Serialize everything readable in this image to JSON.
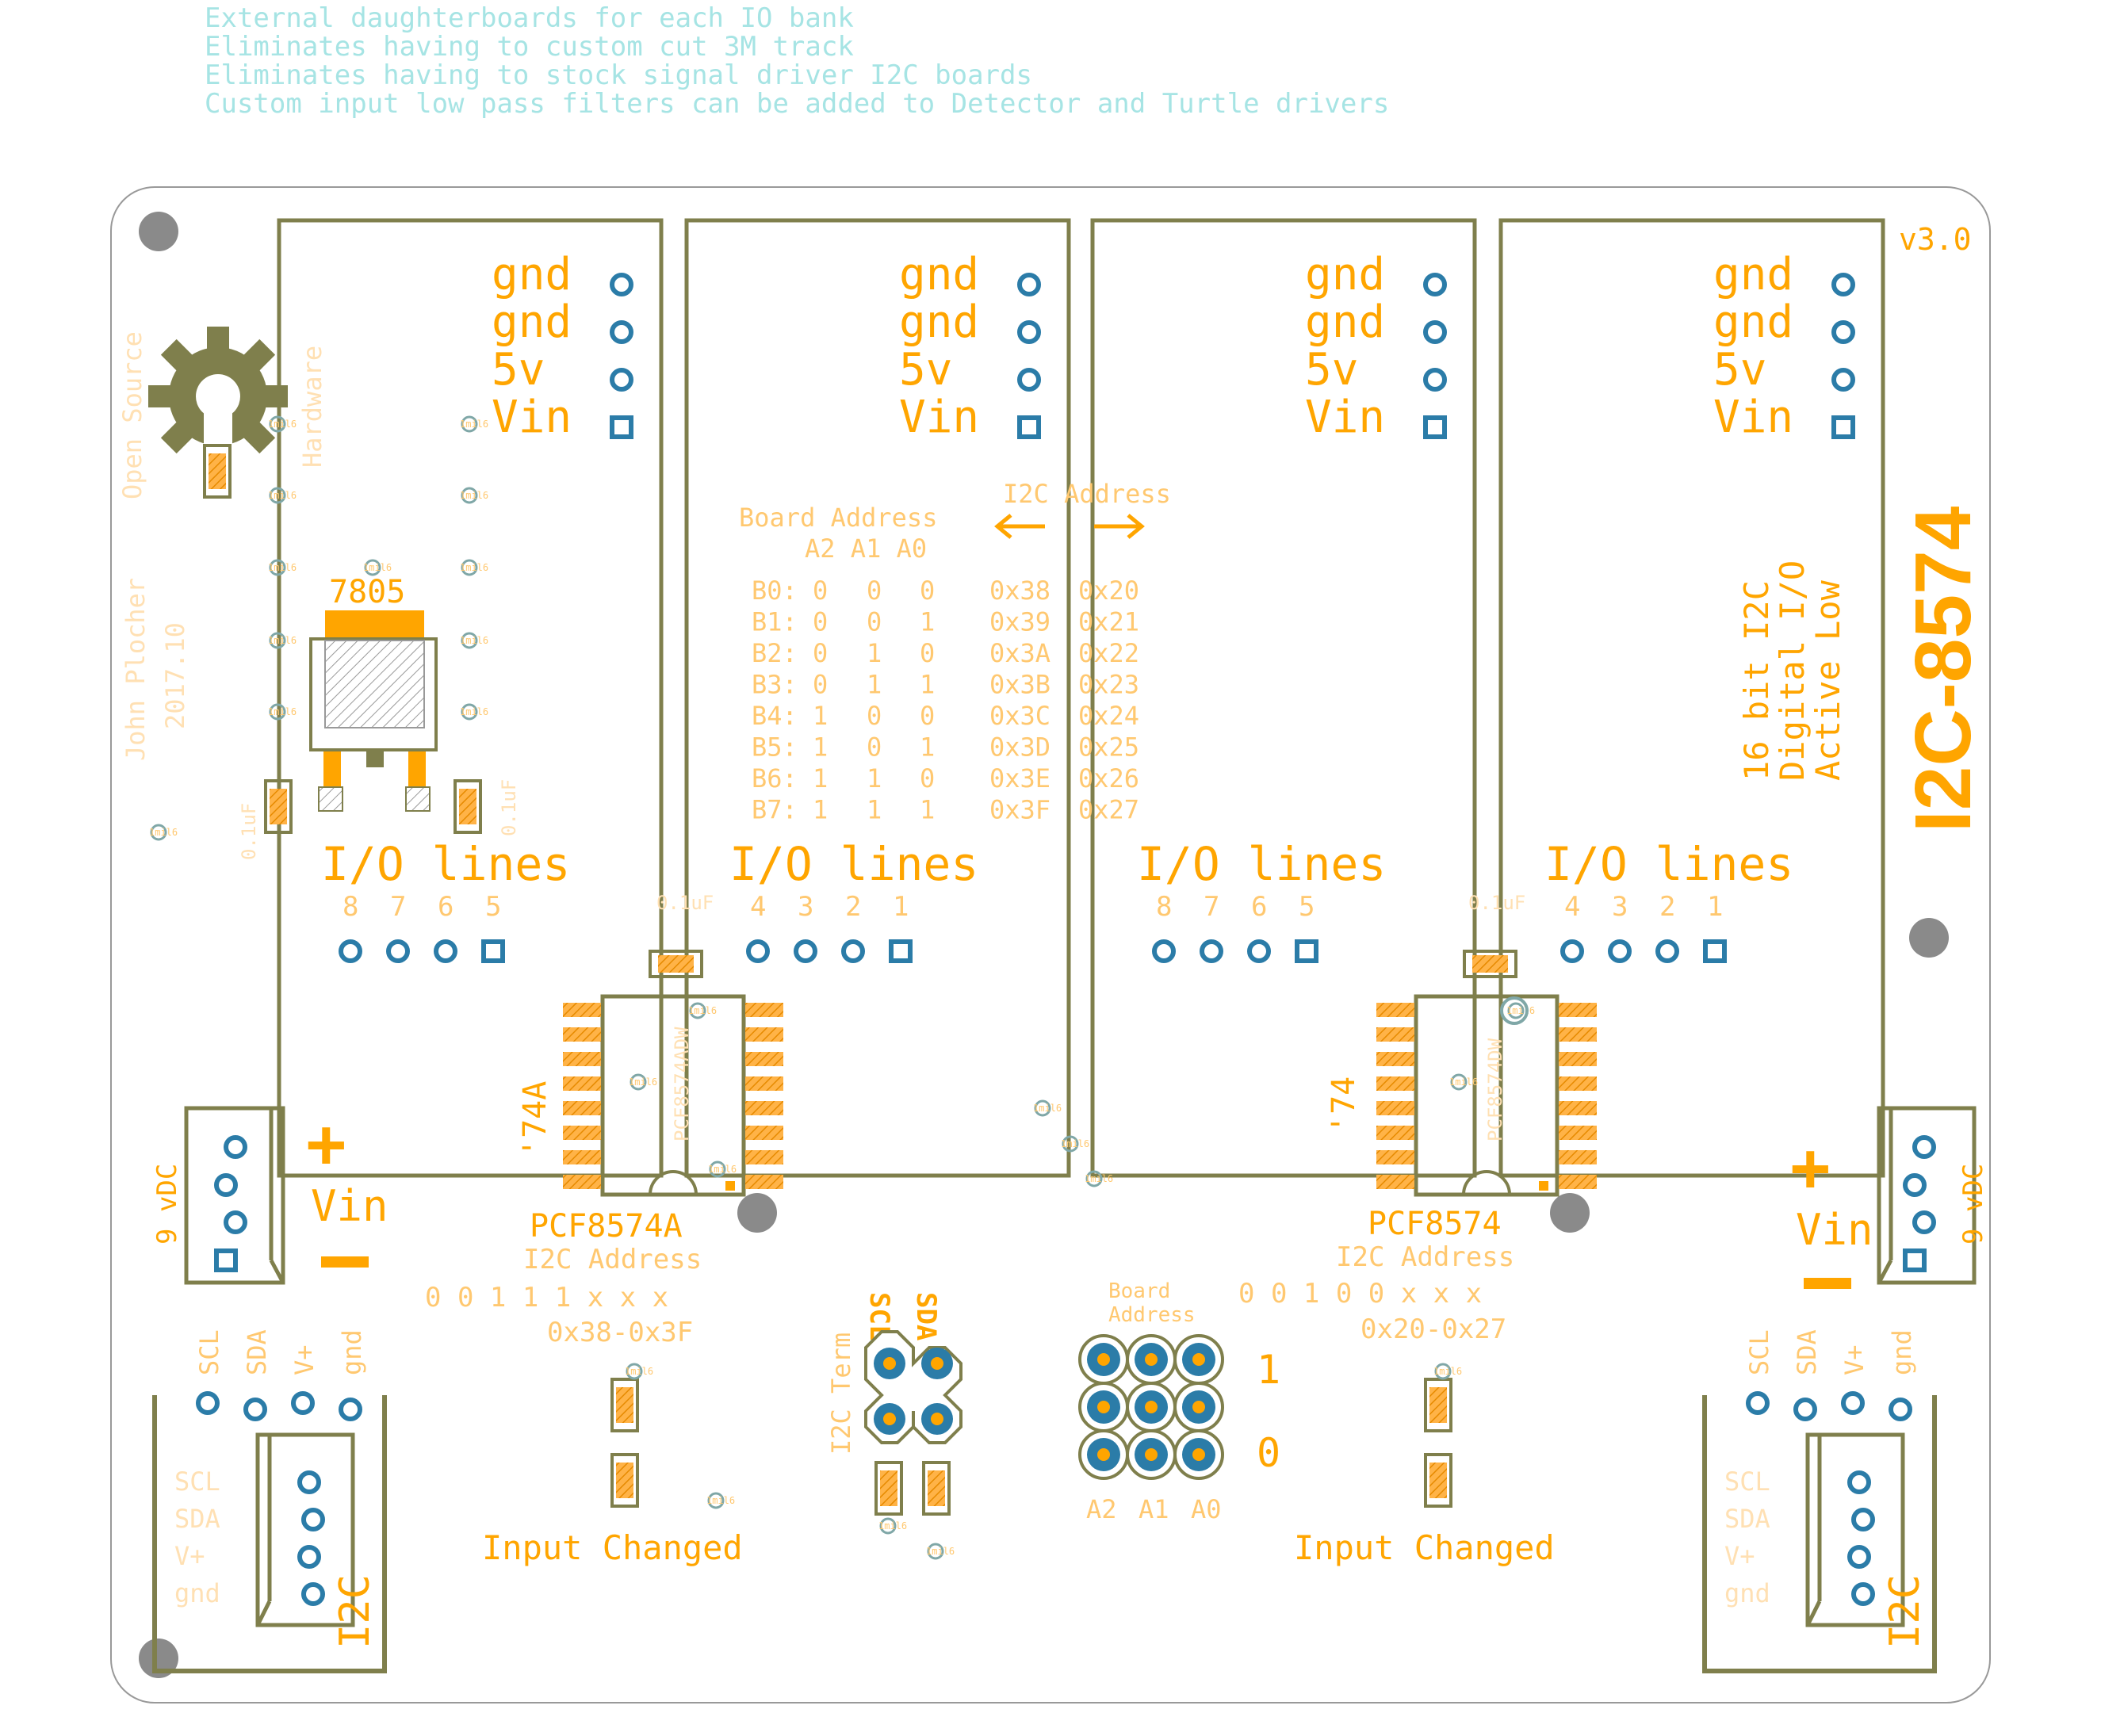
{
  "notes": [
    "External daughterboards for each IO bank",
    "Eliminates having to custom cut 3M track",
    "Eliminates having to stock signal driver I2C boards",
    "Custom input low pass filters can be added to Detector and Turtle drivers"
  ],
  "board": {
    "version": "v3.0",
    "title": "I2C-8574",
    "description": [
      "16 bit I2C",
      "Digital I/O",
      "Active Low"
    ],
    "author": "John Plocher",
    "date": "2017.10",
    "oshw": [
      "Open Source",
      "Hardware"
    ],
    "regulator": "7805",
    "cap_label": "0.1uF",
    "cap_label2": "0.1uF"
  },
  "daughterboards": {
    "power_pins": [
      "gnd",
      "gnd",
      "5v",
      "Vin"
    ],
    "io_title": "I/O lines",
    "io_numbers_left": [
      "8",
      "7",
      "6",
      "5"
    ],
    "io_numbers_right": [
      "4",
      "3",
      "2",
      "1"
    ]
  },
  "address_table": {
    "board_address_label": "Board Address",
    "i2c_address_label": "I2C Address",
    "bits_header": "A2 A1 A0",
    "rows": [
      {
        "b": "B0:",
        "a2": "0",
        "a1": "0",
        "a0": "0",
        "pcf_a": "0x38",
        "pcf": "0x20"
      },
      {
        "b": "B1:",
        "a2": "0",
        "a1": "0",
        "a0": "1",
        "pcf_a": "0x39",
        "pcf": "0x21"
      },
      {
        "b": "B2:",
        "a2": "0",
        "a1": "1",
        "a0": "0",
        "pcf_a": "0x3A",
        "pcf": "0x22"
      },
      {
        "b": "B3:",
        "a2": "0",
        "a1": "1",
        "a0": "1",
        "pcf_a": "0x3B",
        "pcf": "0x23"
      },
      {
        "b": "B4:",
        "a2": "1",
        "a1": "0",
        "a0": "0",
        "pcf_a": "0x3C",
        "pcf": "0x24"
      },
      {
        "b": "B5:",
        "a2": "1",
        "a1": "0",
        "a0": "1",
        "pcf_a": "0x3D",
        "pcf": "0x25"
      },
      {
        "b": "B6:",
        "a2": "1",
        "a1": "1",
        "a0": "0",
        "pcf_a": "0x3E",
        "pcf": "0x26"
      },
      {
        "b": "B7:",
        "a2": "1",
        "a1": "1",
        "a0": "1",
        "pcf_a": "0x3F",
        "pcf": "0x27"
      }
    ]
  },
  "chips": {
    "left": {
      "name": "PCF8574A",
      "short": "'74A",
      "addr_label": "I2C Address",
      "bits": "0 0 1 1  1 x x x",
      "range": "0x38-0x3F",
      "silk": "PCF8574ADW"
    },
    "right": {
      "name": "PCF8574",
      "short": "'74",
      "addr_label": "I2C Address",
      "bits": "0 0 1 0  0 x x x",
      "range": "0x20-0x27",
      "silk": "PCF8574DW"
    }
  },
  "power": {
    "plus": "+",
    "minus": "−",
    "vin": "Vin",
    "vdc": "9 vDC"
  },
  "i2c_connector": {
    "pins": [
      "SCL",
      "SDA",
      "V+",
      "gnd"
    ],
    "label": "I2C"
  },
  "i2c_term": {
    "label": "I2C Term",
    "scl": "SCL",
    "sda": "SDA"
  },
  "board_address_jumpers": {
    "label_line1": "Board",
    "label_line2": "Address",
    "one": "1",
    "zero": "0",
    "cols": [
      "A2",
      "A1",
      "A0"
    ]
  },
  "leds": {
    "label": "Input Changed"
  },
  "test_point": "1mil6",
  "colors": {
    "silk": "#FFA500",
    "outline": "#7F7F4C",
    "pad": "#2B7CA8",
    "hole": "#8A8A8A",
    "notes": "#A6E4E4"
  }
}
